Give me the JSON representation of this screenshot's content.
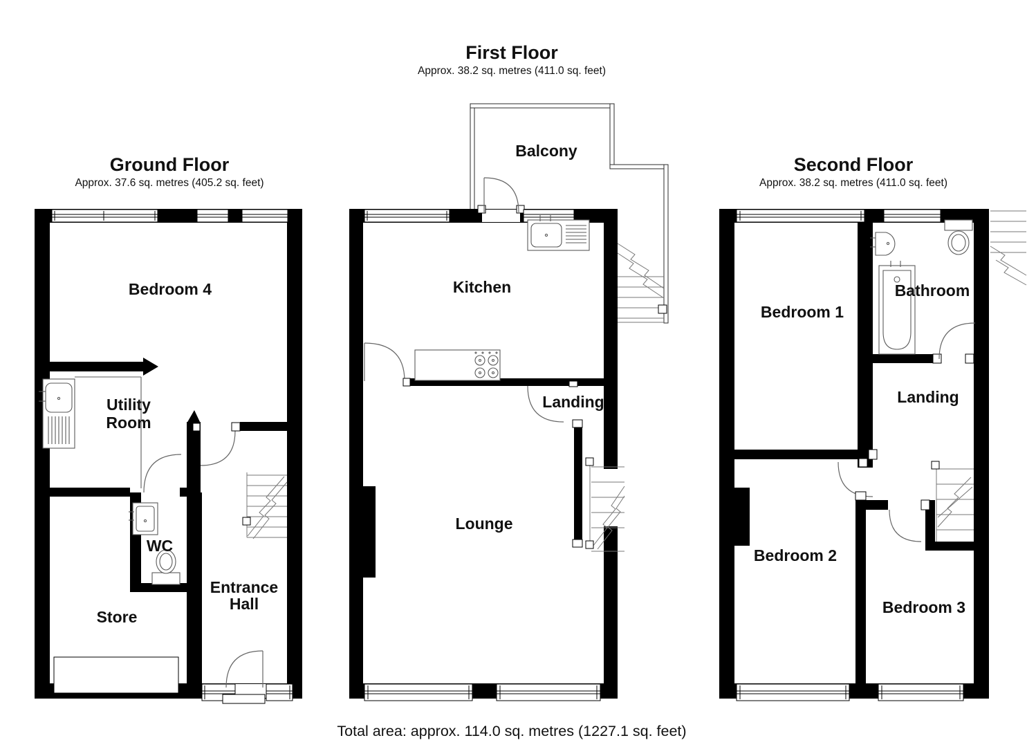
{
  "ground_floor": {
    "title": "Ground Floor",
    "subtitle": "Approx. 37.6 sq. metres (405.2 sq. feet)",
    "labels": {
      "bedroom4": "Bedroom 4",
      "utility_line1": "Utility",
      "utility_line2": "Room",
      "wc": "WC",
      "store": "Store",
      "entrance_line1": "Entrance",
      "entrance_line2": "Hall"
    }
  },
  "first_floor": {
    "title": "First Floor",
    "subtitle": "Approx. 38.2 sq. metres (411.0 sq. feet)",
    "labels": {
      "balcony": "Balcony",
      "kitchen": "Kitchen",
      "landing": "Landing",
      "lounge": "Lounge"
    }
  },
  "second_floor": {
    "title": "Second Floor",
    "subtitle": "Approx. 38.2 sq. metres (411.0 sq. feet)",
    "labels": {
      "bedroom1": "Bedroom 1",
      "bathroom": "Bathroom",
      "landing": "Landing",
      "bedroom2": "Bedroom 2",
      "bedroom3": "Bedroom 3"
    }
  },
  "footer": {
    "total_area": "Total area: approx. 114.0 sq. metres (1227.1 sq. feet)"
  },
  "colors": {
    "wall": "#000000",
    "fixture_line": "#5a5a5a",
    "background": "#ffffff",
    "text": "#111111"
  }
}
